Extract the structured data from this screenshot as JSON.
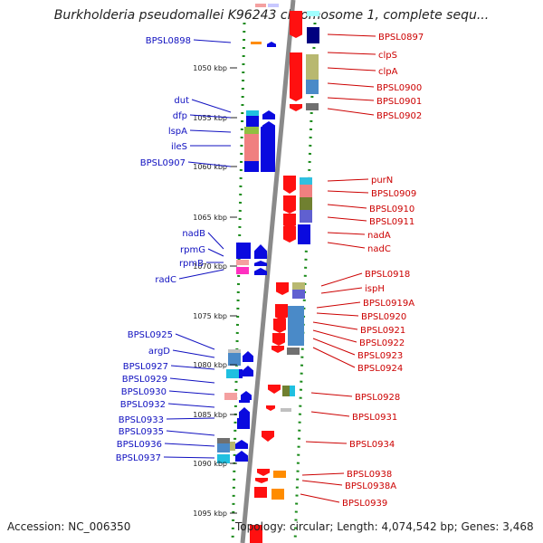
{
  "title": "Burkholderia pseudomallei K96243 chromosome 1, complete sequ...",
  "accession": "Accession: NC_006350",
  "topology": "Topology: circular; Length: 4,074,542 bp; Genes: 3,468",
  "colors": {
    "left_label": "#1010c0",
    "right_label": "#cc0000",
    "ruler": "#1a8a1a",
    "axis": "#888888"
  },
  "ticks": [
    "1050 kbp",
    "1055 kbp",
    "1060 kbp",
    "1065 kbp",
    "1070 kbp",
    "1075 kbp",
    "1080 kbp",
    "1085 kbp",
    "1090 kbp",
    "1095 kbp"
  ],
  "left_genes": [
    "BPSL0898",
    "dut",
    "dfp",
    "lspA",
    "ileS",
    "BPSL0907",
    "nadB",
    "rpmG",
    "rpmB",
    "radC",
    "BPSL0925",
    "argD",
    "BPSL0927",
    "BPSL0929",
    "BPSL0930",
    "BPSL0932",
    "BPSL0933",
    "BPSL0935",
    "BPSL0936",
    "BPSL0937"
  ],
  "right_genes": [
    "BPSL0897",
    "clpS",
    "clpA",
    "BPSL0900",
    "BPSL0901",
    "BPSL0902",
    "purN",
    "BPSL0909",
    "BPSL0910",
    "BPSL0911",
    "nadA",
    "nadC",
    "BPSL0918",
    "ispH",
    "BPSL0919A",
    "BPSL0920",
    "BPSL0921",
    "BPSL0922",
    "BPSL0923",
    "BPSL0924",
    "BPSL0928",
    "BPSL0931",
    "BPSL0934",
    "BPSL0938",
    "BPSL0938A",
    "BPSL0939"
  ]
}
